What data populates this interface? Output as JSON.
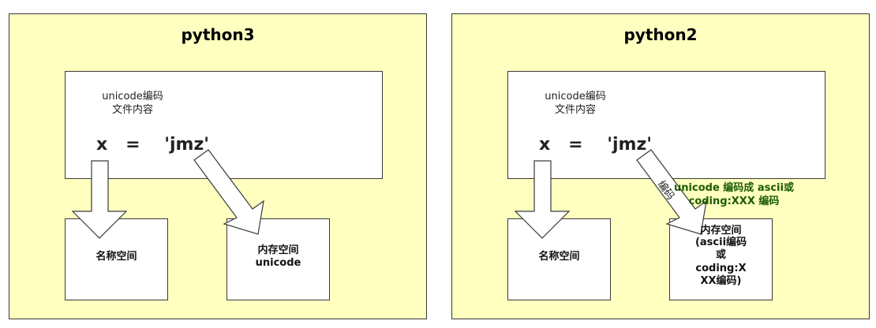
{
  "left_panel": {
    "title": "python3",
    "source_box": {
      "line1": "unicode编码",
      "line2": "文件内容",
      "expression": "x   =    'jmz'"
    },
    "namespace_box": {
      "label": "名称空间"
    },
    "memory_box": {
      "line1": "内存空间",
      "line2": "unicode"
    }
  },
  "right_panel": {
    "title": "python2",
    "source_box": {
      "line1": "unicode编码",
      "line2": "文件内容",
      "expression": "x   =    'jmz'"
    },
    "arrow_label": "编码",
    "annotation": {
      "line1": "unicode 编码成 ascii或",
      "line2": "coding:XXX 编码"
    },
    "namespace_box": {
      "label": "名称空间"
    },
    "memory_box": {
      "line1": "内存空间",
      "line2": "(ascii编码",
      "line3": "或",
      "line4": "coding:X",
      "line5": "XX编码)"
    }
  },
  "colors": {
    "panel_fill": "#ffffc0",
    "border": "#3a3a3a",
    "annotation_text": "#1a5c00"
  }
}
